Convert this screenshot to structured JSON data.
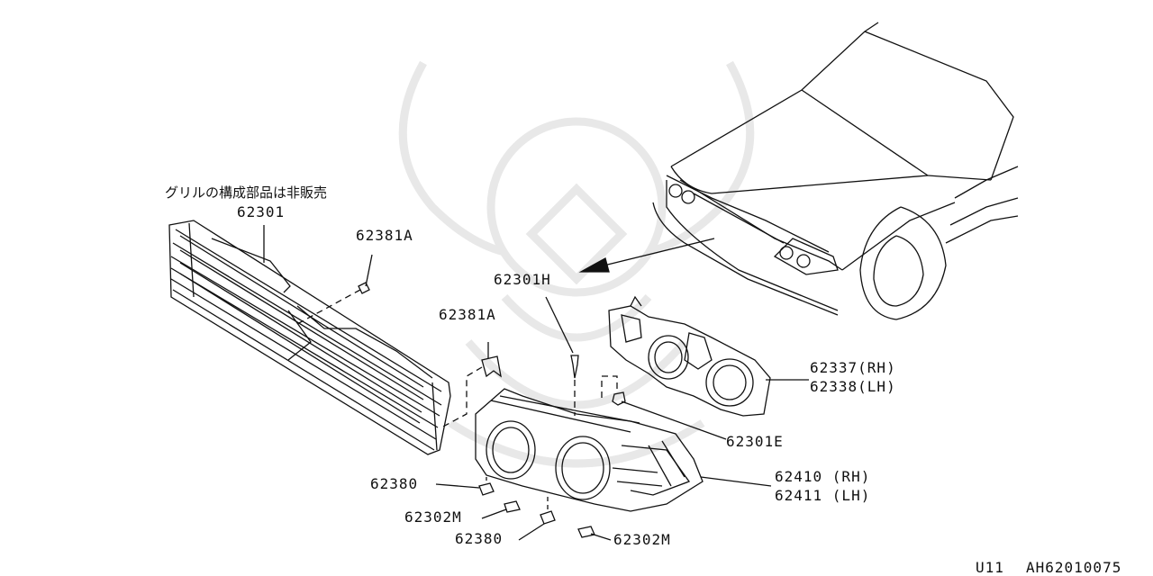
{
  "note_jp": "グリルの構成部品は非販売",
  "parts": {
    "grille": "62301",
    "clip_upper": "62381A",
    "clip_lower": "62381A",
    "screw": "62301H",
    "bracket_rh": "62337(RH)",
    "bracket_lh": "62338(LH)",
    "clip_e": "62301E",
    "panel_rh": "62410 (RH)",
    "panel_lh": "62411 (LH)",
    "nut_left": "62380",
    "nut_bottom": "62380",
    "clip_m_left": "62302M",
    "clip_m_right": "62302M"
  },
  "footer": {
    "model": "U11",
    "code": "AH62010075"
  }
}
